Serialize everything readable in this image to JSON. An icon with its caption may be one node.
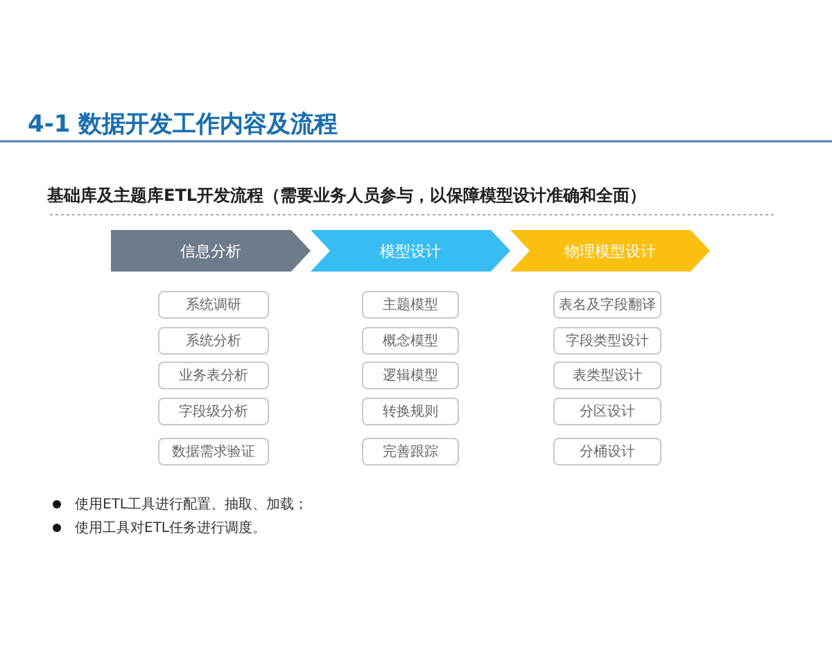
{
  "diagram": {
    "title": "4-1 数据开发工作内容及流程",
    "nodes": [
      {
        "text": [
          "信息分析"
        ]
      },
      {
        "text": [
          "模型设计"
        ]
      },
      {
        "text": [
          "物理模型设计"
        ]
      },
      {
        "text": [
          "系统调研"
        ]
      },
      {
        "text": [
          "系统分析"
        ]
      },
      {
        "text": [
          "业务表分析"
        ]
      },
      {
        "text": [
          "字段级分析"
        ]
      },
      {
        "text": [
          "数据需求验证"
        ]
      },
      {
        "text": [
          "主题模型"
        ]
      },
      {
        "text": [
          "概念模型"
        ]
      },
      {
        "text": [
          "逻辑模型"
        ]
      },
      {
        "text": [
          "转换规则"
        ]
      },
      {
        "text": [
          "完善跟踪"
        ]
      },
      {
        "text": [
          "表名及字段翻译"
        ]
      },
      {
        "text": [
          "字段类型设计"
        ]
      },
      {
        "text": [
          "表类型设计"
        ]
      },
      {
        "text": [
          "分区设计"
        ]
      },
      {
        "text": [
          "分桶设计"
        ]
      }
    ],
    "edges": [],
    "labels": [
      "基础库及主题库ETL开发流程（需要业务人员参与，以保障模型设计准确和全面）",
      "使用ETL工具进行配置、抽取、加载；",
      "使用工具对ETL任务进行调度。"
    ]
  }
}
